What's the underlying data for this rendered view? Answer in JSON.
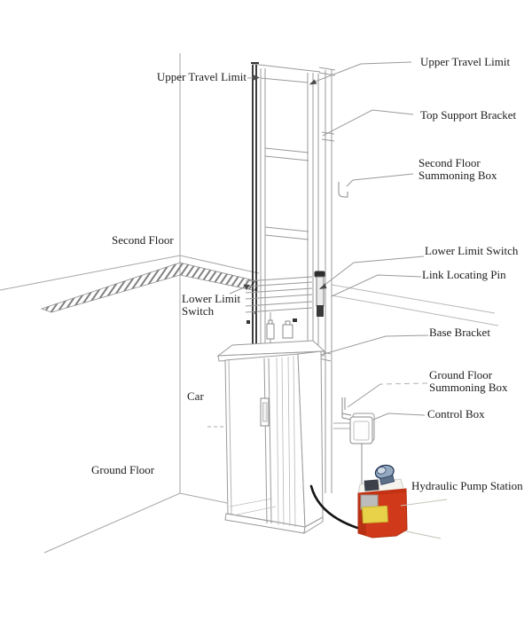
{
  "colors": {
    "background": "#ffffff",
    "line_art": "#9a9a9a",
    "dark_rail": "#1c1c1c",
    "text": "#1b1b1b",
    "pump_red": "#d03a1a",
    "pump_red_dark": "#b83014",
    "pump_label_yellow": "#e7d24a",
    "motor_blue": "#93a9c0",
    "motor_blue_dark": "#1f3050",
    "cylinder_gray": "#bcbcbc",
    "cable_black": "#161616"
  },
  "labels": {
    "left": {
      "upper_travel_limit": {
        "text": "Upper Travel Limit"
      },
      "second_floor": {
        "text": "Second Floor"
      },
      "lower_limit_switch": {
        "line1": "Lower Limit",
        "line2": "Switch"
      },
      "car": {
        "text": "Car"
      },
      "ground_floor": {
        "text": "Ground Floor"
      }
    },
    "right": {
      "upper_travel_limit": {
        "text": "Upper Travel Limit"
      },
      "top_support_bracket": {
        "text": "Top Support Bracket"
      },
      "second_floor_summoning_box": {
        "line1": "Second Floor",
        "line2": "Summoning Box"
      },
      "lower_limit_switch": {
        "text": "Lower Limit Switch"
      },
      "link_locating_pin": {
        "text": "Link Locating Pin"
      },
      "base_bracket": {
        "text": "Base Bracket"
      },
      "ground_floor_summoning_box": {
        "line1": "Ground Floor",
        "line2": "Summoning Box"
      },
      "control_box": {
        "text": "Control Box"
      },
      "hydraulic_pump_station": {
        "text": "Hydraulic Pump Station"
      }
    }
  }
}
